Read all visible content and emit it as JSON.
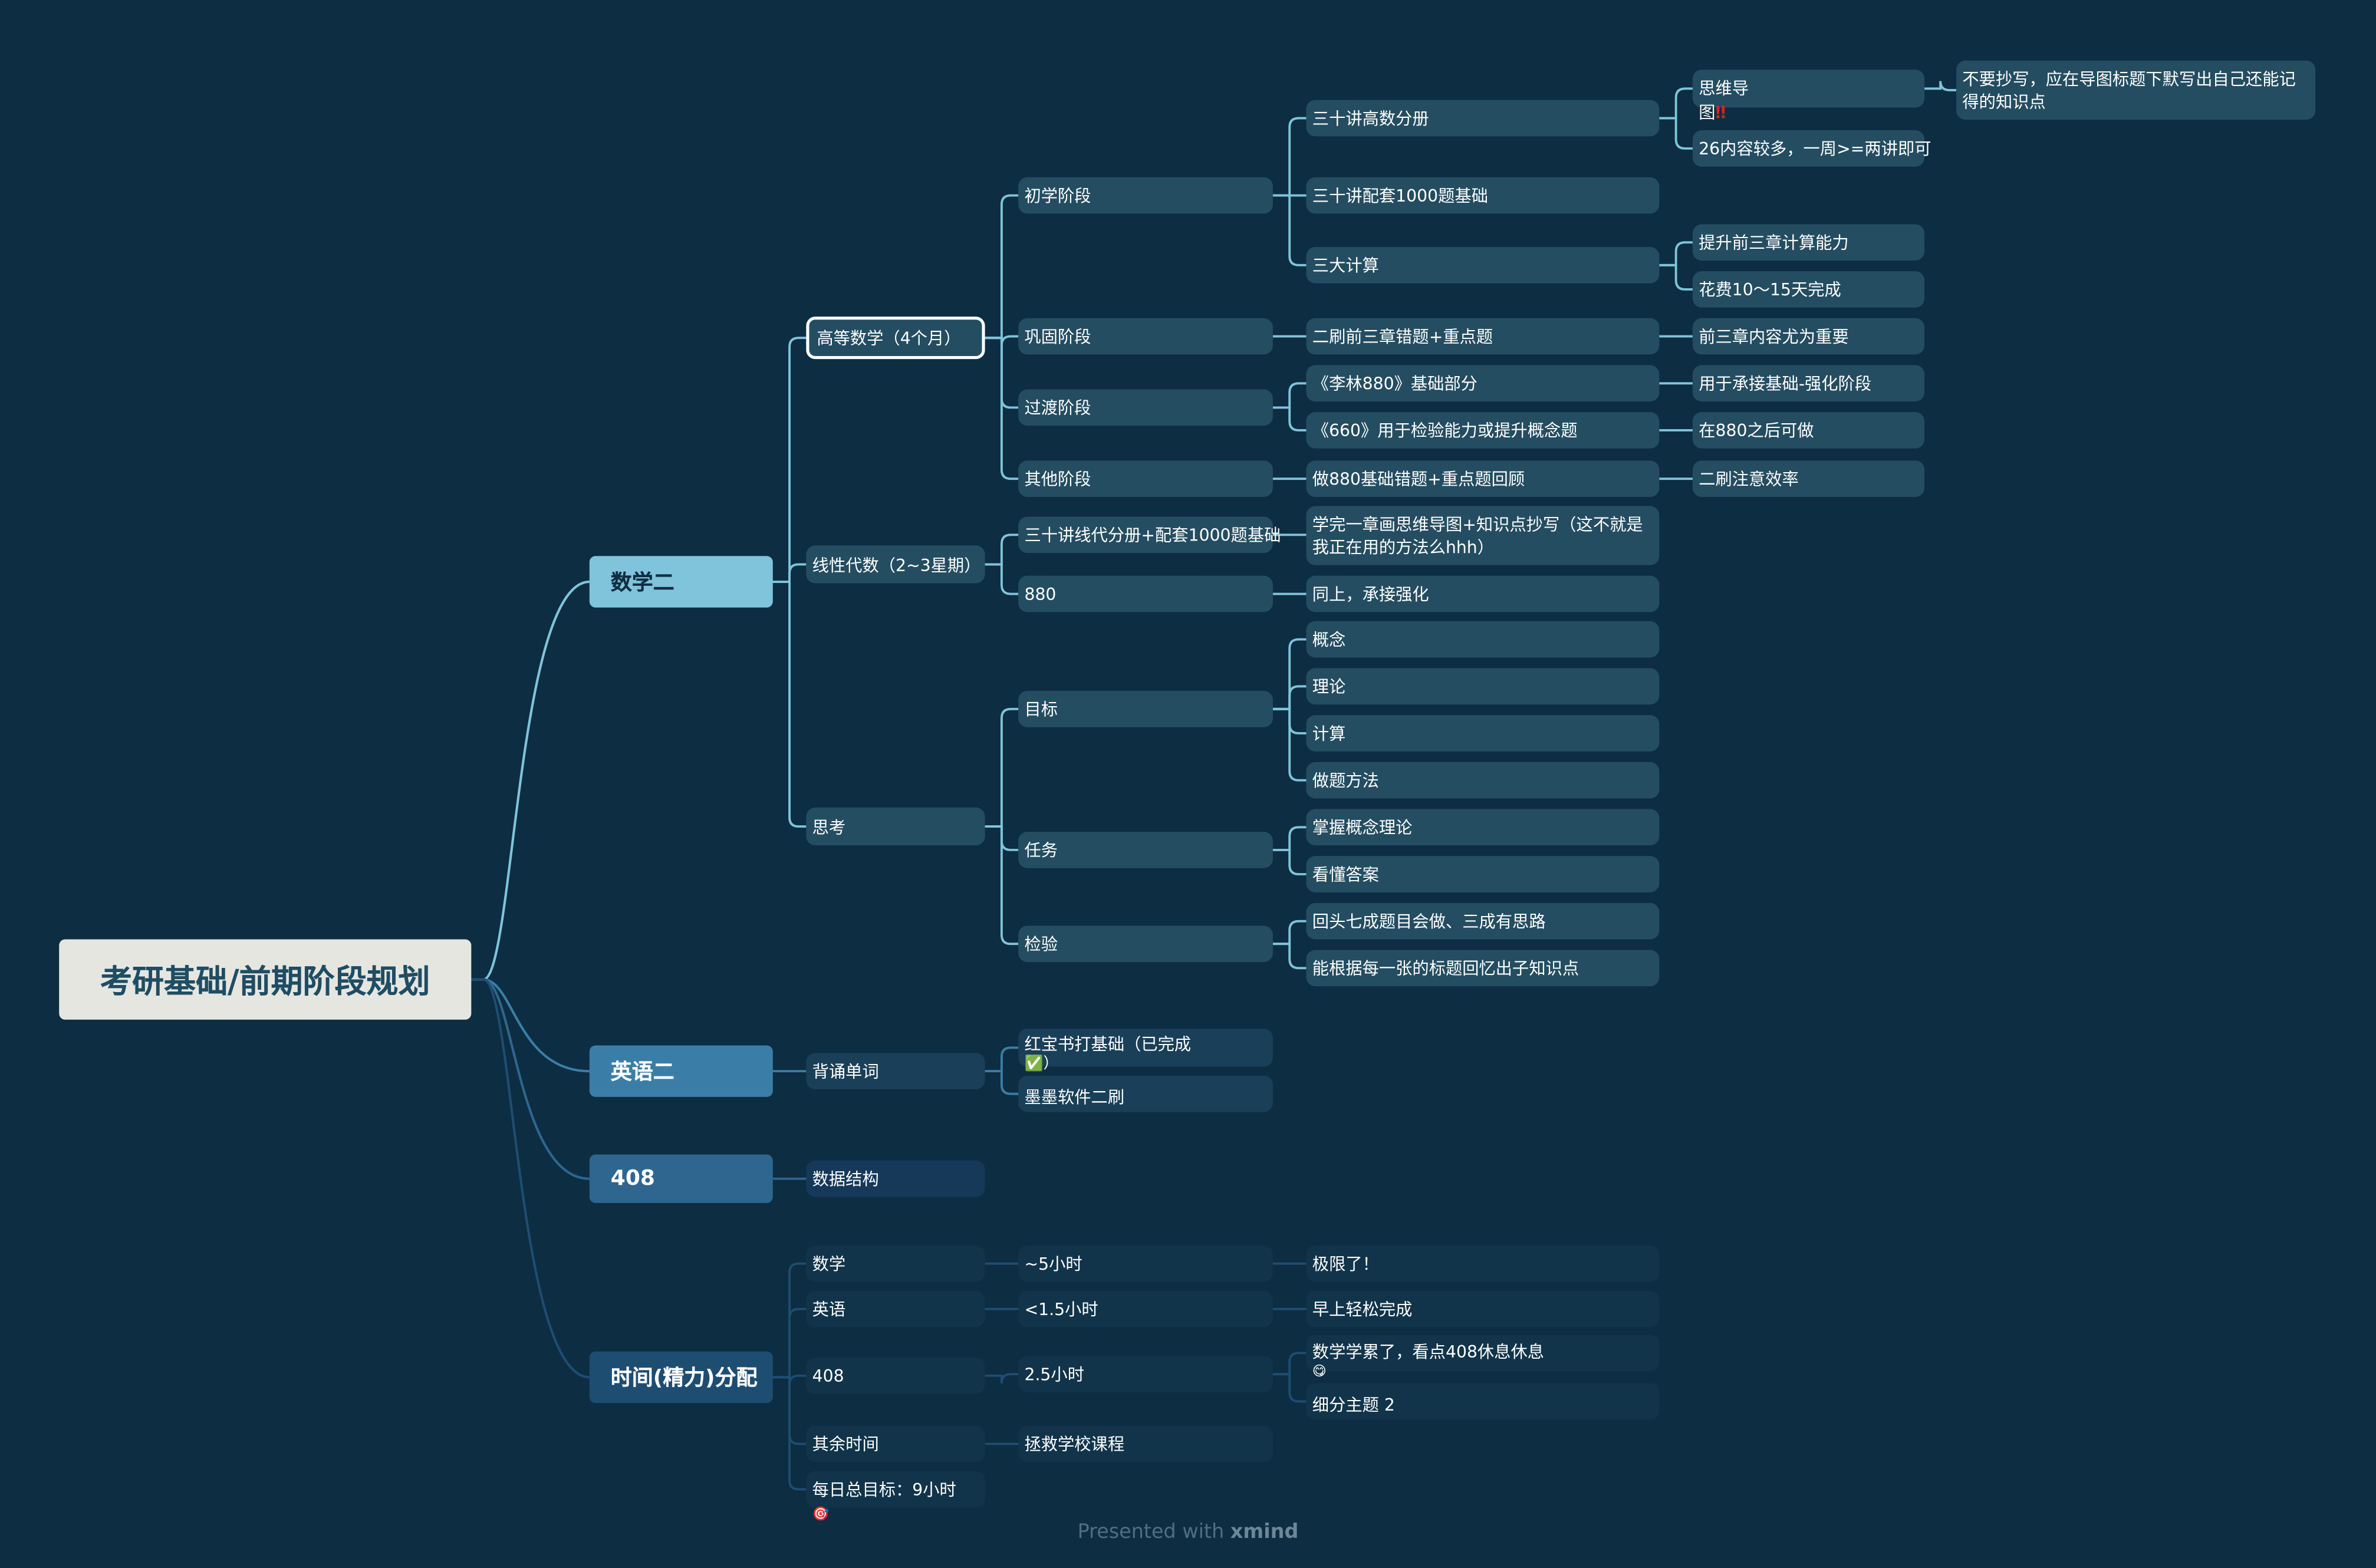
{
  "root": {
    "title": "考研基础/前期阶段规划"
  },
  "main": {
    "math": "数学二",
    "english": "英语二",
    "cs": "408",
    "time": "时间(精力)分配"
  },
  "math": {
    "gaoshu": "高等数学（4个月）",
    "xiandai": "线性代数（2~3星期）",
    "sikao": "思考",
    "stages": {
      "chuxue": "初学阶段",
      "gonggu": "巩固阶段",
      "guodu": "过渡阶段",
      "qita": "其他阶段"
    },
    "chuxue": {
      "a1": "三十讲高数分册",
      "a2": "三十讲配套1000题基础",
      "a3": "三大计算"
    },
    "a1": {
      "b1_line1": "思维导",
      "b1_line2": "图",
      "b1_mark": "‼",
      "b2": "26内容较多，一周>=两讲即可",
      "z1": "不要抄写，应在导图标题下默写出自己还能记得的知识点"
    },
    "a3": {
      "b3": "提升前三章计算能力",
      "b4": "花费10～15天完成"
    },
    "gonggu": {
      "a4": "二刷前三章错题+重点题",
      "b5": "前三章内容尤为重要"
    },
    "guodu": {
      "a5": "《李林880》基础部分",
      "b6": "用于承接基础-强化阶段",
      "a6": "《660》用于检验能力或提升概念题",
      "b7": "在880之后可做"
    },
    "qita": {
      "a7": "做880基础错题+重点题回顾",
      "b8": "二刷注意效率"
    },
    "xiandai_items": {
      "c2": "三十讲线代分册+配套1000题基础",
      "a8": "学完一章画思维导图+知识点抄写（这不就是我正在用的方法么hhh）",
      "c3": "880",
      "a9": "同上，承接强化"
    },
    "sikao_items": {
      "mubiao": "目标",
      "renwu": "任务",
      "jianyan": "检验",
      "m1": "概念",
      "m2": "理论",
      "m3": "计算",
      "m4": "做题方法",
      "r1": "掌握概念理论",
      "r2": "看懂答案",
      "j1": "回头七成题目会做、三成有思路",
      "j2": "能根据每一张的标题回忆出子知识点"
    }
  },
  "english": {
    "e1": "背诵单词",
    "e2": "红宝书打基础（已完成",
    "e2_check": "✅",
    "e2_close": "）",
    "e3": "墨墨软件二刷"
  },
  "cs": {
    "d1": "数据结构"
  },
  "time": {
    "rows": [
      {
        "subject": "数学",
        "hours": "~5小时",
        "note": "极限了！"
      },
      {
        "subject": "英语",
        "hours": "<1.5小时",
        "note": "早上轻松完成"
      },
      {
        "subject": "408",
        "hours": "2.5小时",
        "note": "数学学累了，看点408休息休息",
        "note_emoji": "😋",
        "note2": "细分主题 2"
      },
      {
        "subject": "其余时间",
        "hours": "拯救学校课程"
      },
      {
        "subject": "每日总目标：9小时",
        "emoji": "🎯"
      }
    ]
  },
  "footer": {
    "prefix": "Presented with ",
    "brand": "xmind"
  },
  "colors": {
    "background": "#0d2d42",
    "node": "#244d61",
    "math": "#7fc4da",
    "english": "#3a7ea8",
    "cs": "#2e6690",
    "time": "#1e4d72",
    "root": "#e6e6e1"
  }
}
